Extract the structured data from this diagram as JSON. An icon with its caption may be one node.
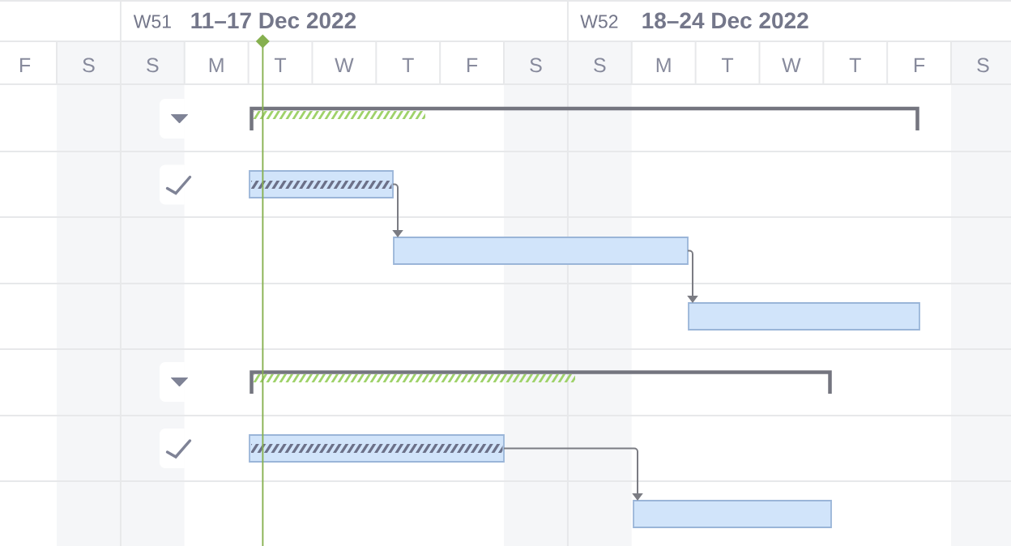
{
  "diagram": {
    "nodes": [
      {
        "text": [],
        "shape": "bracket"
      },
      {
        "text": [],
        "shape": "bar"
      },
      {
        "text": [],
        "shape": "bar"
      },
      {
        "text": [],
        "shape": "bar"
      },
      {
        "text": [],
        "shape": "bracket"
      },
      {
        "text": [],
        "shape": "bar"
      },
      {
        "text": [],
        "shape": "bar"
      }
    ],
    "edges": [
      {
        "from": 1,
        "to": 2,
        "arrow": "to"
      },
      {
        "from": 2,
        "to": 3,
        "arrow": "to"
      },
      {
        "from": 5,
        "to": 6,
        "arrow": "to"
      }
    ],
    "labels": [
      "W51",
      "11–17 Dec 2022",
      "W52",
      "18–24 Dec 2022",
      "F",
      "S",
      "S",
      "M",
      "T",
      "W",
      "T",
      "F",
      "S",
      "S",
      "M",
      "T",
      "W",
      "T",
      "F",
      "S"
    ]
  }
}
